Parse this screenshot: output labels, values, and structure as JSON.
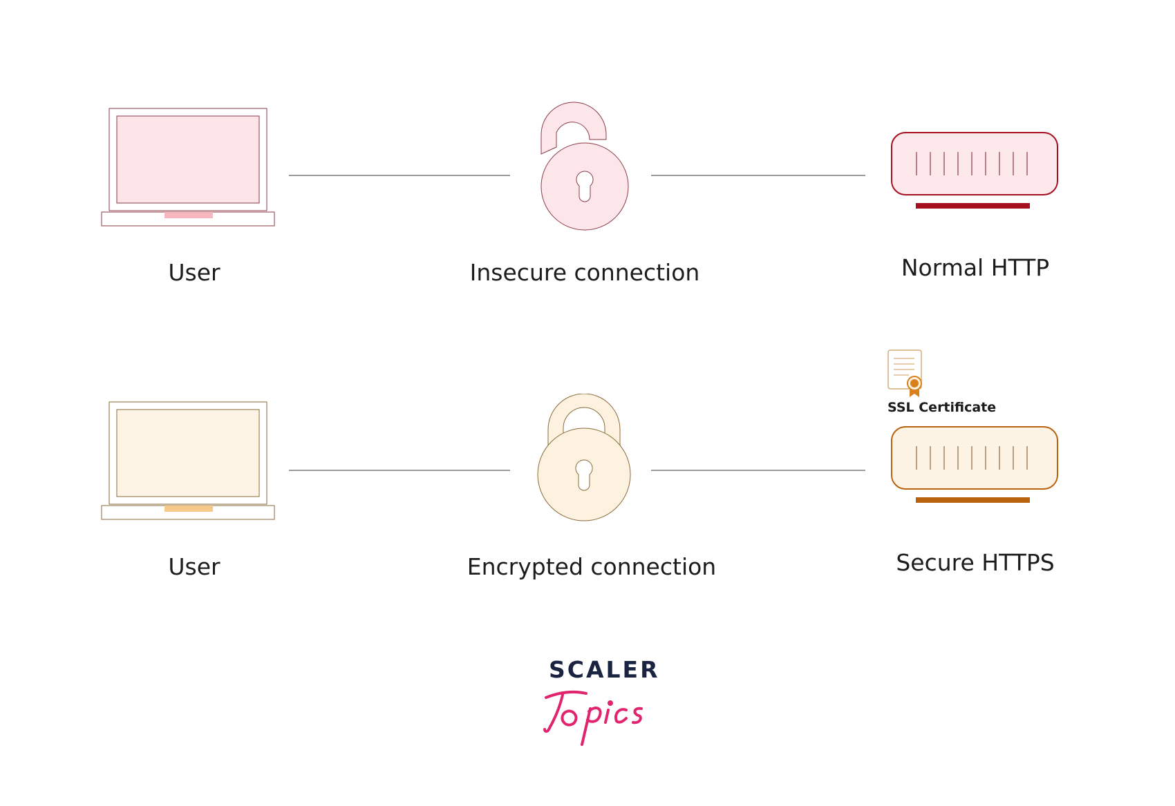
{
  "rows": [
    {
      "user_label": "User",
      "connection_label": "Insecure connection",
      "server_label": "Normal HTTP",
      "lock_state": "unlocked",
      "laptop_fill": "#fde4e8",
      "laptop_accent": "#f8b7c0",
      "server_fill": "#fde8eb",
      "server_bar": "#a50f1f",
      "lock_fill": "#fde6ea",
      "line_color": "#8b3a44"
    },
    {
      "user_label": "User",
      "connection_label": "Encrypted connection",
      "server_label": "Secure HTTPS",
      "lock_state": "locked",
      "laptop_fill": "#fdf4e6",
      "laptop_accent": "#f6c98a",
      "server_fill": "#fdf3e4",
      "server_bar": "#b8620e",
      "lock_fill": "#fdf1df",
      "line_color": "#8a6a3a"
    }
  ],
  "certificate": {
    "label": "SSL Certificate",
    "icon": "certificate-icon"
  },
  "logo": {
    "line1": "SCALER",
    "line2": "Topics",
    "color1": "#1a2340",
    "color2": "#e0246e"
  }
}
